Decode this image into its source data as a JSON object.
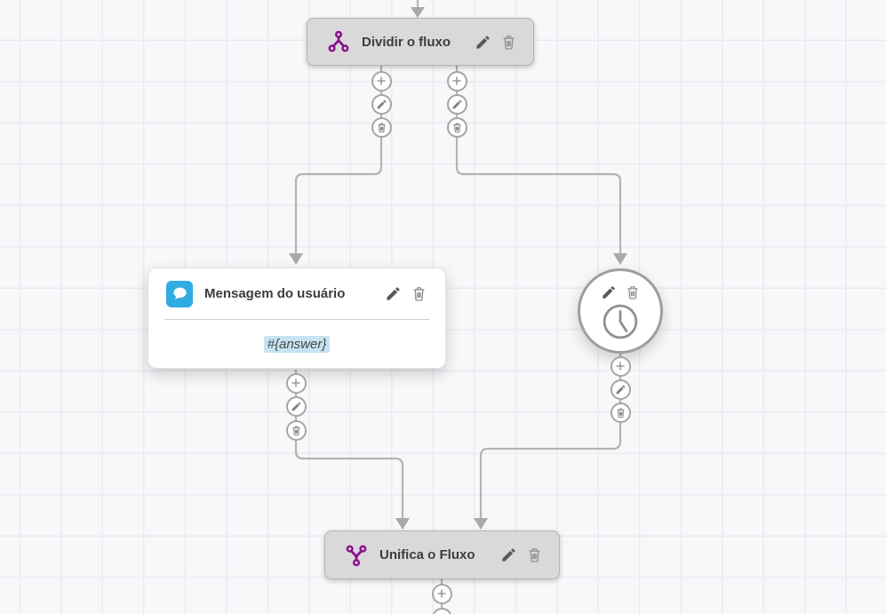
{
  "app": {
    "name": "chatbot-flow-builder-canvas"
  },
  "colors": {
    "canvas_background": "#f7f8f9",
    "grid_line": "#e9ebf2",
    "node_gray": "#d9d9d9",
    "node_border": "#b3b3b3",
    "connector": "#b3b3b3",
    "arrowhead": "#a9a9a9",
    "accent_purple": "#8b0e8e",
    "accent_blue": "#2fade0",
    "variable_highlight": "#c7e4f2",
    "title_text": "#3d3d3d"
  },
  "nodes": {
    "split": {
      "title": "Dividir o fluxo",
      "icon": "split-flow-icon",
      "actions": [
        "edit",
        "delete"
      ]
    },
    "user_message": {
      "title": "Mensagem do usuário",
      "icon": "chat-bubble-icon",
      "body_variable": "#{answer}",
      "actions": [
        "edit",
        "delete"
      ]
    },
    "timer": {
      "icon": "clock-icon",
      "actions": [
        "edit",
        "delete"
      ]
    },
    "merge": {
      "title": "Unifica o Fluxo",
      "icon": "merge-flow-icon",
      "actions": [
        "edit",
        "delete"
      ]
    }
  },
  "port_actions": {
    "add": "plus-icon",
    "edit": "pencil-icon",
    "delete": "trash-icon"
  },
  "edges": [
    {
      "from": "split-left-port",
      "to": "user_message"
    },
    {
      "from": "split-right-port",
      "to": "timer"
    },
    {
      "from": "user_message",
      "to": "merge"
    },
    {
      "from": "timer",
      "to": "merge"
    },
    {
      "from": "top-offscreen",
      "to": "split"
    },
    {
      "from": "merge",
      "to": "bottom-offscreen"
    }
  ]
}
